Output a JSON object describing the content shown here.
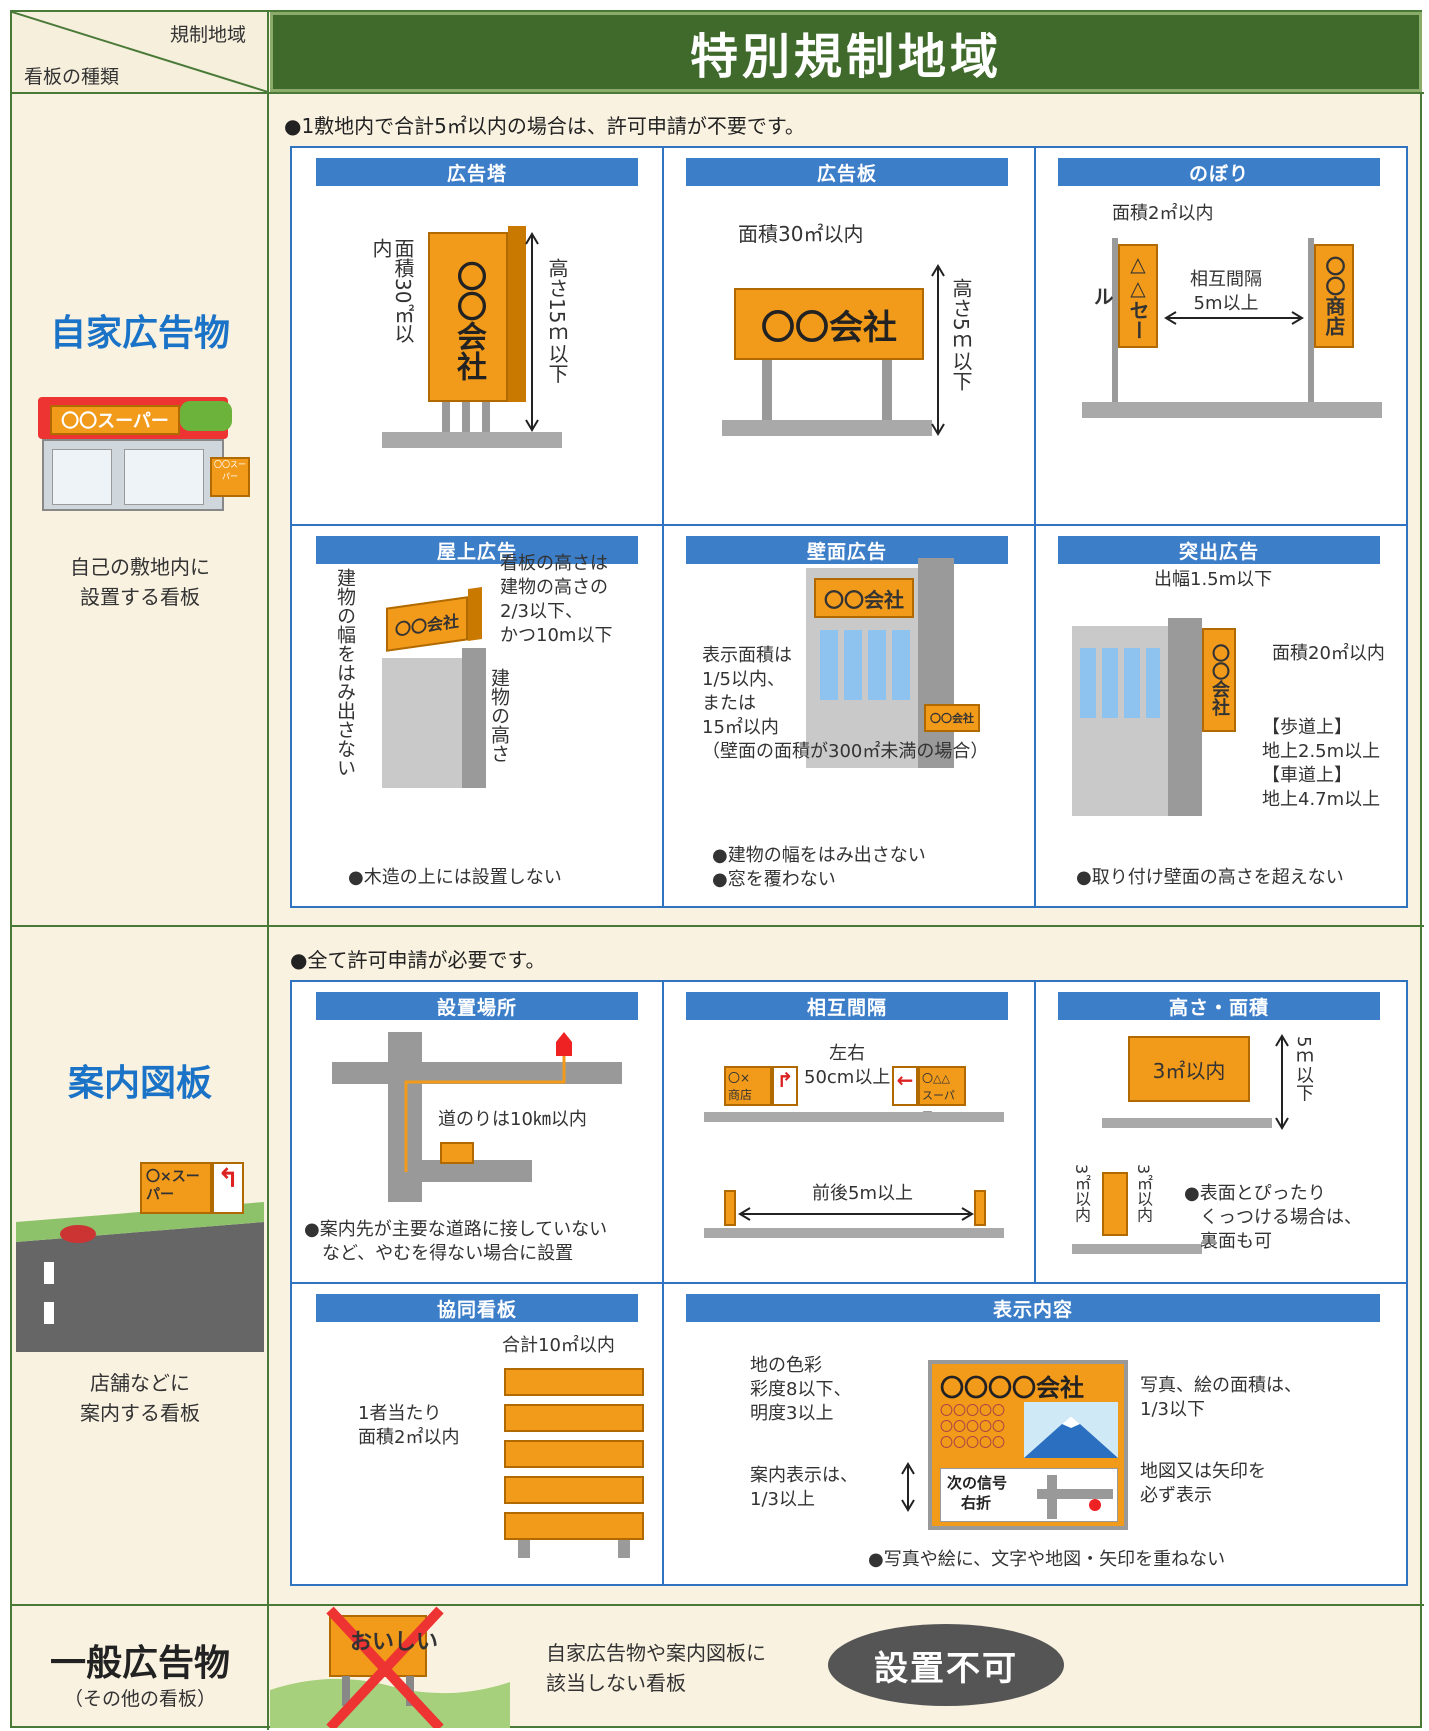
{
  "header": {
    "corner_top": "規制地域",
    "corner_bottom": "看板の種類",
    "title": "特別規制地域"
  },
  "categories": {
    "jika": {
      "title": "自家広告物",
      "desc_line1": "自己の敷地内に",
      "desc_line2": "設置する看板",
      "illust_sign": "〇〇スーパー",
      "illust_small": "〇〇スーパー"
    },
    "annai": {
      "title": "案内図板",
      "desc_line1": "店舗などに",
      "desc_line2": "案内する看板",
      "illust_sign": "〇×スーパー"
    },
    "ippan": {
      "title": "一般広告物",
      "subtitle": "（その他の看板）",
      "desc_line1": "自家広告物や案内図板に",
      "desc_line2": "該当しない看板",
      "badge": "設置不可",
      "illust_sign": "おいしい"
    }
  },
  "jika_note": "●1敷地内で合計5㎡以内の場合は、許可申請が不要です。",
  "annai_note": "●全て許可申請が必要です。",
  "panels": {
    "koukokutou": {
      "title": "広告塔",
      "area": "面積30㎡以内",
      "height": "高さ15ｍ以下",
      "sign_top": "〇〇",
      "sign_bottom": "会社"
    },
    "koukokuban": {
      "title": "広告板",
      "area": "面積30㎡以内",
      "height": "高さ5ｍ以下",
      "sign": "〇〇会社"
    },
    "nobori": {
      "title": "のぼり",
      "area": "面積2㎡以内",
      "interval_1": "相互間隔",
      "interval_2": "5m以上",
      "flag1": "△△セール",
      "flag2": "〇〇商店"
    },
    "okujou": {
      "title": "屋上広告",
      "vlabel": "建物の幅をはみ出さない",
      "building": "建物の高さ",
      "n1": "看板の高さは",
      "n2": "建物の高さの",
      "n3": "2/3以下、",
      "n4": "かつ10m以下",
      "sign": "〇〇会社",
      "bottom": "●木造の上には設置しない"
    },
    "hekimen": {
      "title": "壁面広告",
      "sign": "〇〇会社",
      "small": "〇〇会社",
      "n1": "表示面積は",
      "n2": "1/5以内、",
      "n3": "または",
      "n4": "15㎡以内",
      "n5": "（壁面の面積が300㎡未満の場合）",
      "b1": "●建物の幅をはみ出さない",
      "b2": "●窓を覆わない"
    },
    "tsuki": {
      "title": "突出広告",
      "width": "出幅1.5m以下",
      "area": "面積20㎡以内",
      "s1": "【歩道上】",
      "s2": "地上2.5m以上",
      "s3": "【車道上】",
      "s4": "地上4.7m以上",
      "sign": "〇〇会社",
      "bottom": "●取り付け壁面の高さを超えない"
    },
    "basho": {
      "title": "設置場所",
      "road": "道のりは10㎞以内",
      "b1": "●案内先が主要な道路に接していない",
      "b2": "など、やむを得ない場合に設置"
    },
    "kankaku": {
      "title": "相互間隔",
      "lr1": "左右",
      "lr2": "50cm以上",
      "fb": "前後5m以上",
      "s1a": "〇×",
      "s1b": "商店",
      "s2a": "〇△△",
      "s2b": "スーパー"
    },
    "takasa": {
      "title": "高さ・面積",
      "area": "3㎡以内",
      "height": "5ｍ以下",
      "d1": "3㎡以内",
      "d2": "3㎡以内",
      "n1": "●表面とぴったり",
      "n2": "くっつける場合は、",
      "n3": "裏面も可"
    },
    "kyoudou": {
      "title": "協同看板",
      "total": "合計10㎡以内",
      "p1": "1者当たり",
      "p2": "面積2㎡以内"
    },
    "hyouji": {
      "title": "表示内容",
      "c1": "地の色彩",
      "c2": "彩度8以下、",
      "c3": "明度3以上",
      "g1": "案内表示は、",
      "g2": "1/3以上",
      "ph1": "写真、絵の面積は、",
      "ph2": "1/3以下",
      "m1": "地図又は矢印を",
      "m2": "必ず表示",
      "sign": "〇〇〇〇会社",
      "dots": "〇〇〇〇〇",
      "guide1": "次の信号",
      "guide2": "右折",
      "bottom": "●写真や絵に、文字や地図・矢印を重ねない"
    }
  },
  "colors": {
    "header_green": "#3f6a2b",
    "title_blue": "#1a73c7",
    "panel_blue": "#3d7ec9",
    "sign_orange": "#f29a1a",
    "badge_gray": "#555555"
  }
}
